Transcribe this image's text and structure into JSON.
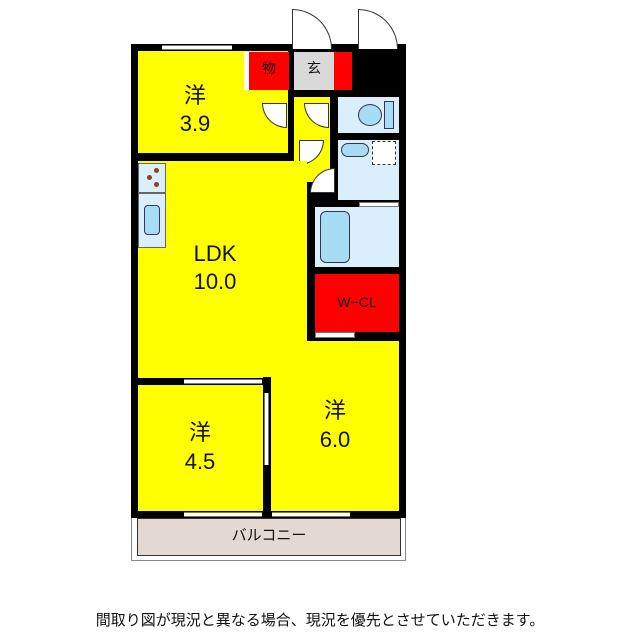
{
  "floor_plan": {
    "rooms": [
      {
        "id": "western-room-1",
        "name": "洋",
        "size": "3.9",
        "color": "#ffff00"
      },
      {
        "id": "ldk",
        "name": "LDK",
        "size": "10.0",
        "color": "#ffff00"
      },
      {
        "id": "western-room-2",
        "name": "洋",
        "size": "4.5",
        "color": "#ffff00"
      },
      {
        "id": "western-room-3",
        "name": "洋",
        "size": "6.0",
        "color": "#ffff00"
      },
      {
        "id": "storage",
        "name": "物",
        "color": "#ff0000"
      },
      {
        "id": "entrance",
        "name": "玄",
        "color": "#d9d9d9"
      },
      {
        "id": "walk-in-closet",
        "name": "W−CL",
        "color": "#ff0000"
      },
      {
        "id": "balcony",
        "name": "バルコニー",
        "color": "#e3d8d2"
      }
    ],
    "fixtures": [
      "toilet",
      "washbasin",
      "washing-machine-space",
      "bathtub",
      "kitchen-stove",
      "kitchen-sink"
    ],
    "colors": {
      "wall": "#000000",
      "room": "#ffff00",
      "storage": "#ff0000",
      "wet_area": "#dbeefb",
      "fixture": "#a8dcf5",
      "balcony": "#e3d8d2"
    }
  },
  "footer": {
    "note": "間取り図が現況と異なる場合、現況を優先とさせていただきます。"
  }
}
